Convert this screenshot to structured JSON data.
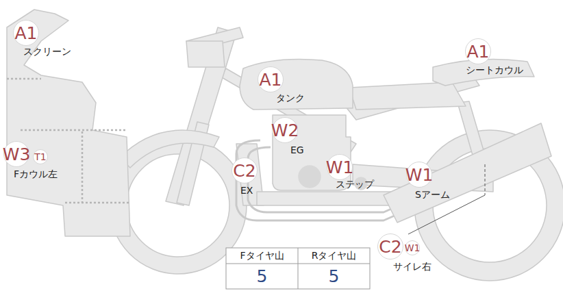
{
  "diagram": {
    "nodes": [
      {
        "text": [
          "A1",
          "スクリーン"
        ]
      },
      {
        "text": [
          "A1",
          "シートカウル"
        ]
      },
      {
        "text": [
          "A1",
          "タンク"
        ]
      },
      {
        "text": [
          "W2",
          "EG"
        ]
      },
      {
        "text": [
          "W3",
          "Fカウル左"
        ]
      },
      {
        "text": [
          "T1"
        ]
      },
      {
        "text": [
          "C2",
          "EX"
        ]
      },
      {
        "text": [
          "W1",
          "ステップ"
        ]
      },
      {
        "text": [
          "W1",
          "Sアーム"
        ]
      },
      {
        "text": [
          "C2",
          "サイレ右"
        ]
      },
      {
        "text": [
          "W1"
        ]
      }
    ],
    "labels": [
      "Fタイヤ山",
      "Rタイヤ山",
      "5",
      "5"
    ]
  }
}
